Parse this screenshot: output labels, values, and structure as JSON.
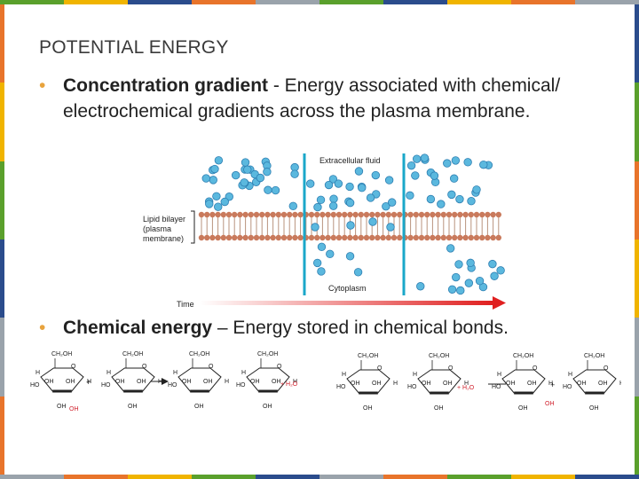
{
  "slide": {
    "title": "POTENTIAL ENERGY",
    "bullet_marker": "•",
    "bullets": [
      {
        "term": "Concentration gradient",
        "text": " - Energy associated with chemical/ electrochemical gradients across the plasma membrane."
      },
      {
        "term": "Chemical energy",
        "text": " – Energy stored in chemical bonds."
      }
    ]
  },
  "membrane_figure": {
    "labels": {
      "extracellular": "Extracellular fluid",
      "lipid_line1": "Lipid bilayer",
      "lipid_line2": "(plasma",
      "lipid_line3": "membrane)",
      "cytoplasm": "Cytoplasm",
      "time": "Time"
    }
  },
  "chem_figure": {
    "labels": {
      "ch2oh": "CH₂OH",
      "oh": "OH",
      "ho": "HO",
      "h": "H",
      "o": "O",
      "plus": "+",
      "h2o_plus": "+ H₂O"
    }
  },
  "colors": {
    "accent_orange": "#e8a33d",
    "molecule_blue": "#5bb8de",
    "molecule_stroke": "#2e7fb2",
    "divider_teal": "#1aa7c9",
    "lipid_head": "#c97a5c",
    "arrow_red": "#e02020",
    "hydroxyl_red": "#d0202c"
  }
}
